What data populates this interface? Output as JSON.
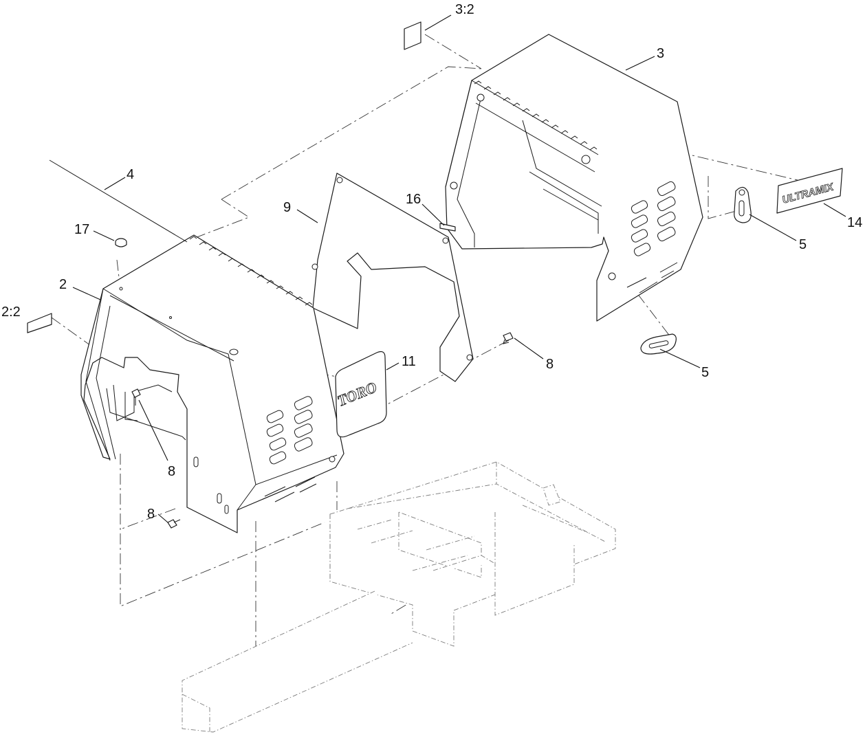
{
  "diagram": {
    "callouts": [
      {
        "id": "c-3-2",
        "label": "3:2"
      },
      {
        "id": "c-3",
        "label": "3"
      },
      {
        "id": "c-4",
        "label": "4"
      },
      {
        "id": "c-9",
        "label": "9"
      },
      {
        "id": "c-16",
        "label": "16"
      },
      {
        "id": "c-14",
        "label": "14"
      },
      {
        "id": "c-5a",
        "label": "5"
      },
      {
        "id": "c-5b",
        "label": "5"
      },
      {
        "id": "c-17",
        "label": "17"
      },
      {
        "id": "c-2",
        "label": "2"
      },
      {
        "id": "c-2-2",
        "label": "2:2"
      },
      {
        "id": "c-11",
        "label": "11"
      },
      {
        "id": "c-8a",
        "label": "8"
      },
      {
        "id": "c-8b",
        "label": "8"
      },
      {
        "id": "c-8c",
        "label": "8"
      }
    ],
    "decals": {
      "toro": "TORO",
      "ultramix": "ULTRAMIX"
    }
  }
}
